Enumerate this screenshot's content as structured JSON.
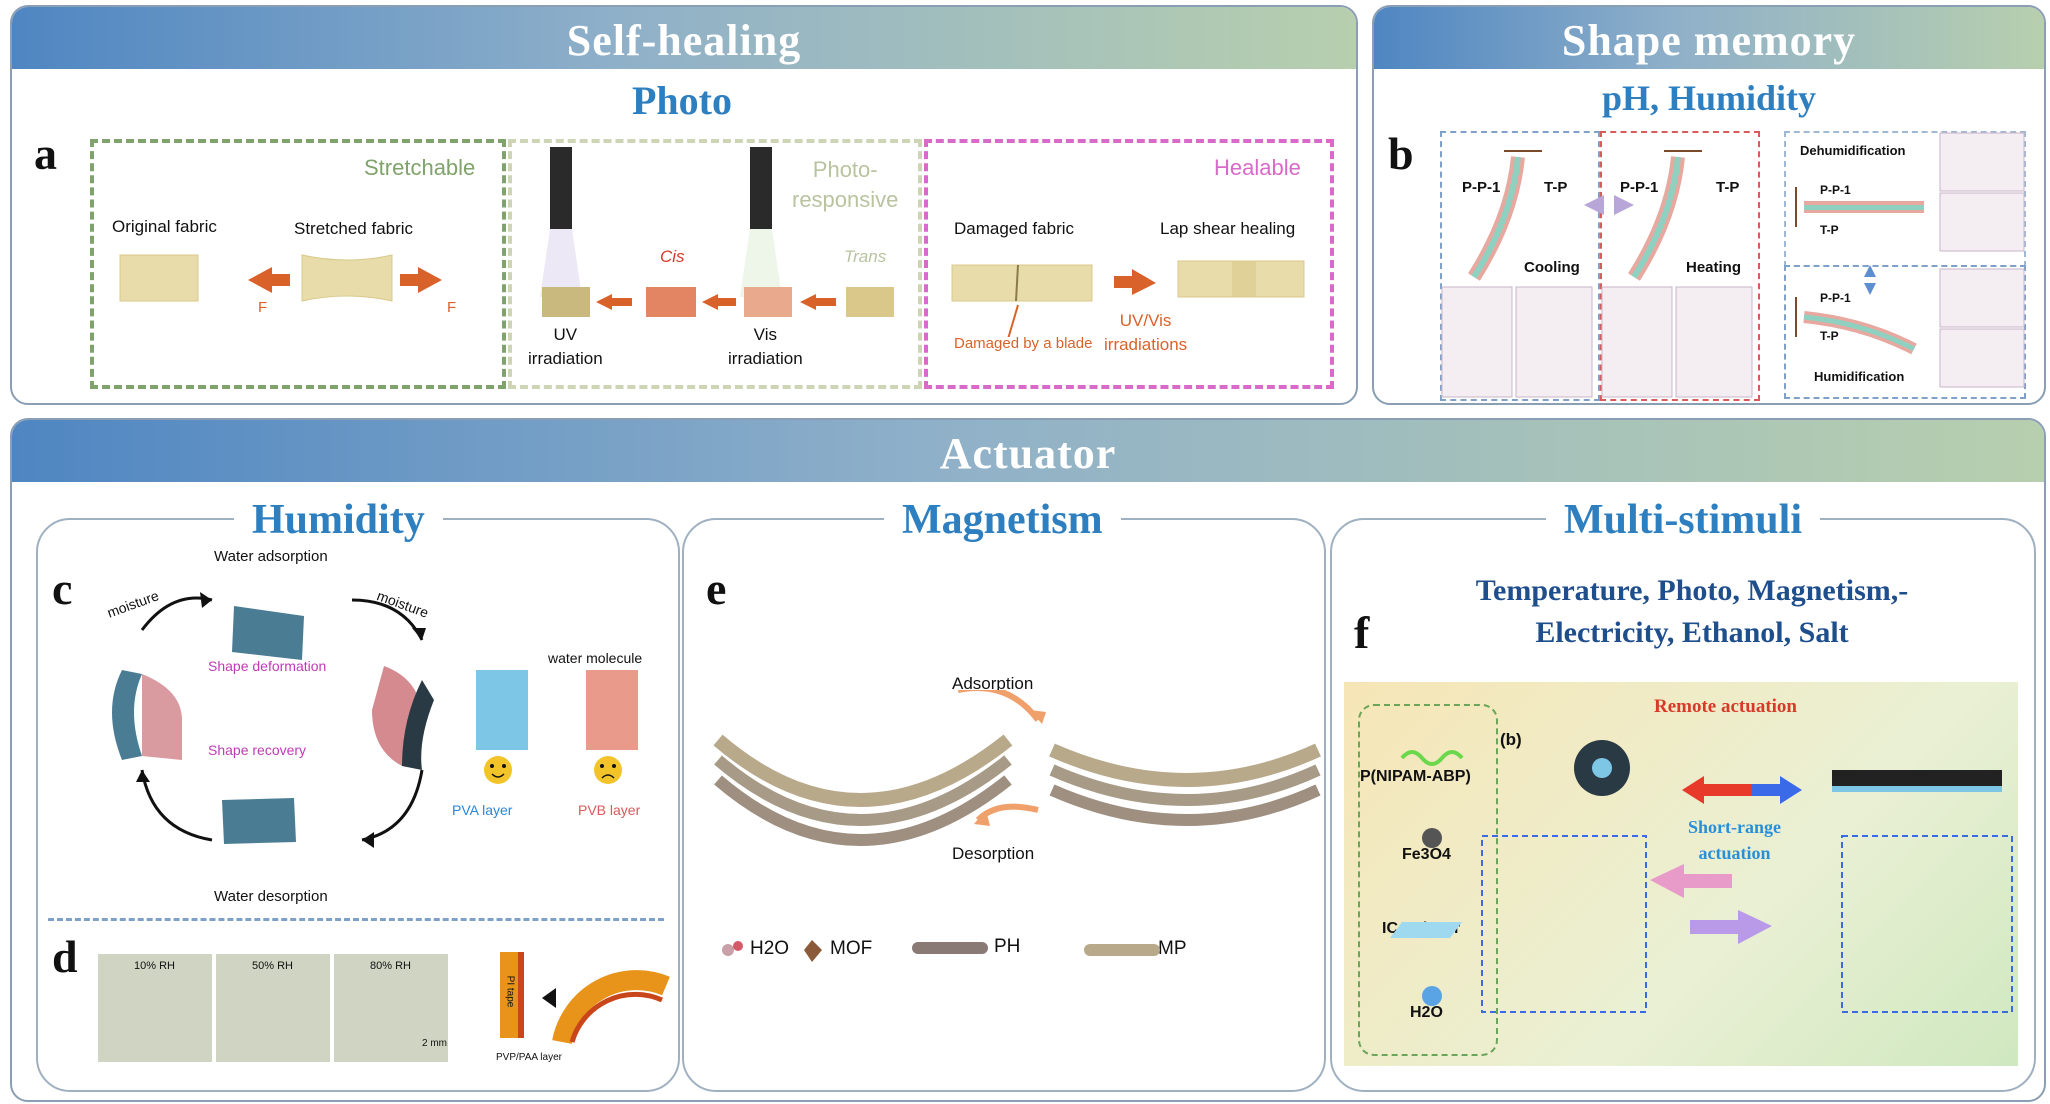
{
  "self_healing": {
    "title": "Self-healing",
    "subtitle": "Photo",
    "letter": "a",
    "stretchable": "Stretchable",
    "photo_responsive": "Photo-\nresponsive",
    "healable": "Healable",
    "original_fabric": "Original fabric",
    "stretched_fabric": "Stretched fabric",
    "force_left": "F",
    "force_right": "F",
    "cis": "Cis",
    "trans": "Trans",
    "uv_irradiation": "UV\nirradiation",
    "vis_irradiation": "Vis\nirradiation",
    "damaged_fabric": "Damaged fabric",
    "lap_shear": "Lap shear healing",
    "damaged_by_blade": "Damaged by a blade",
    "uv_vis": "UV/Vis\nirradiations"
  },
  "shape_memory": {
    "title": "Shape memory",
    "subtitle": "pH, Humidity",
    "letter": "b",
    "ppl_1": "P-P-1",
    "tp_1": "T-P",
    "ppl_2": "P-P-1",
    "tp_2": "T-P",
    "cooling": "Cooling",
    "heating": "Heating",
    "dehumidification": "Dehumidification",
    "ppl_3": "P-P-1",
    "tp_3": "T-P",
    "ppl_4": "P-P-1",
    "tp_4": "T-P",
    "humidification": "Humidification"
  },
  "actuator": {
    "title": "Actuator",
    "humidity": {
      "title": "Humidity",
      "letter_c": "c",
      "letter_d": "d",
      "water_adsorption": "Water adsorption",
      "moisture_left": "moisture",
      "moisture_right": "moisture",
      "shape_deformation": "Shape deformation",
      "shape_recovery": "Shape recovery",
      "water_desorption": "Water desorption",
      "water_molecule": "water molecule",
      "pva_layer": "PVA layer",
      "pvb_layer": "PVB layer",
      "rh_10": "10% RH",
      "rh_50": "50% RH",
      "rh_80": "80% RH",
      "scale": "2 mm",
      "pi_tape": "PI tape",
      "pvp_paa": "PVP/PAA layer"
    },
    "magnetism": {
      "title": "Magnetism",
      "letter": "e",
      "adsorption": "Adsorption",
      "desorption": "Desorption",
      "legend": [
        "H2O",
        "MOF",
        "PH",
        "MP"
      ]
    },
    "multi": {
      "title": "Multi-stimuli",
      "letter": "f",
      "stimuli_line1": "Temperature, Photo, Magnetism,-",
      "stimuli_line2": "Electricity, Ethanol, Salt",
      "tag_b": "(b)",
      "pnipam": "P(NIPAM-ABP)",
      "fe3o4": "Fe3O4",
      "icas": "ICAs layer",
      "h2o": "H2O",
      "remote": "Remote actuation",
      "short_range": "Short-range\nactuation"
    }
  }
}
